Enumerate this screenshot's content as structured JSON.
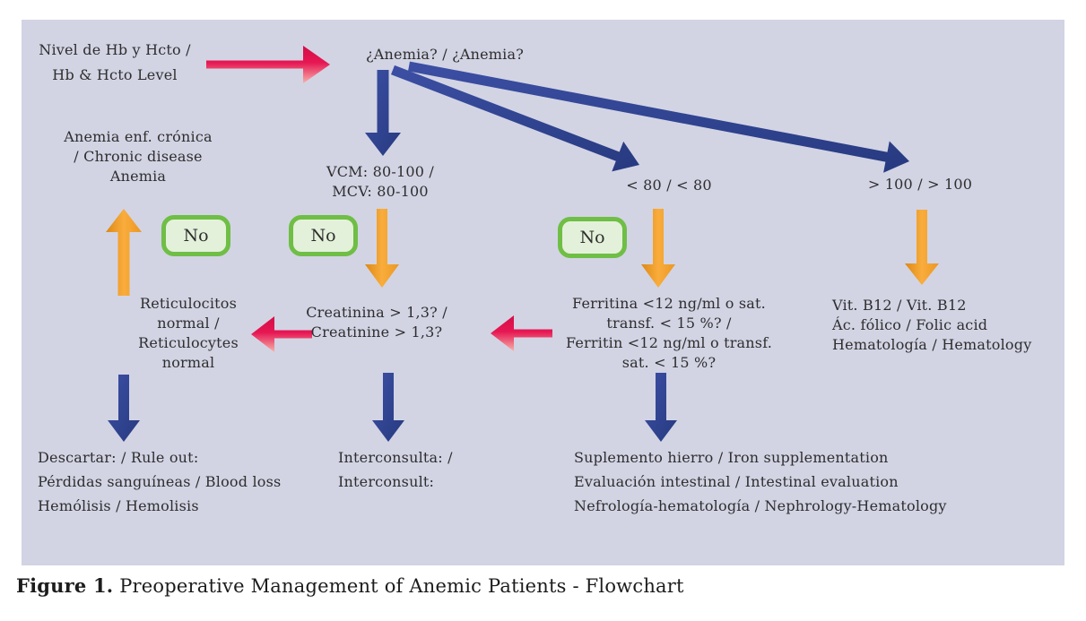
{
  "figure": {
    "caption": {
      "label": "Figure 1.",
      "text": " Preoperative Management of Anemic Patients - Flowchart"
    },
    "nodes": {
      "hb_level": {
        "lines": [
          "Nivel de Hb y Hcto /",
          "Hb & Hcto Level"
        ]
      },
      "anemia": {
        "lines": [
          "¿Anemia? / ¿Anemia?"
        ]
      },
      "chronic": {
        "lines": [
          "Anemia enf. crónica",
          "/ Chronic disease",
          "Anemia"
        ]
      },
      "vcm": {
        "lines": [
          "VCM: 80-100 /",
          "MCV: 80-100"
        ]
      },
      "lt80": {
        "lines": [
          "< 80 / < 80"
        ]
      },
      "gt100": {
        "lines": [
          "> 100 / > 100"
        ]
      },
      "reticulocytes": {
        "lines": [
          "Reticulocitos",
          "normal /",
          "Reticulocytes",
          "normal"
        ]
      },
      "creatinine": {
        "lines": [
          "Creatinina > 1,3? /",
          "Creatinine > 1,3?"
        ]
      },
      "ferritin": {
        "lines": [
          "Ferritina <12 ng/ml o sat.",
          "transf. < 15 %? /",
          "Ferritin <12 ng/ml o transf.",
          "sat. < 15 %?"
        ]
      },
      "vitb12": {
        "lines": [
          "Vit. B12 / Vit. B12",
          "Ác. fólico / Folic acid",
          "Hematología / Hematology"
        ]
      },
      "ruleout": {
        "lines": [
          "Descartar: / Rule out:",
          "Pérdidas sanguíneas / Blood loss",
          "Hemólisis / Hemolisis"
        ]
      },
      "interconsult": {
        "lines": [
          "Interconsulta: /",
          "Interconsult:"
        ]
      },
      "iron": {
        "lines": [
          "Suplemento hierro / Iron supplementation",
          "Evaluación intestinal / Intestinal evaluation",
          "Nefrología-hematología / Nephrology-Hematology"
        ]
      }
    },
    "no_boxes": [
      "No",
      "No",
      "No"
    ],
    "colors": {
      "background": "#d2d4e4",
      "arrow_red": "#dc1048",
      "arrow_blue": "#2e4190",
      "arrow_orange": "#f09d28",
      "no_border": "#6fbe45",
      "no_fill": "#e4f1da",
      "text": "#2e2e2e"
    }
  }
}
